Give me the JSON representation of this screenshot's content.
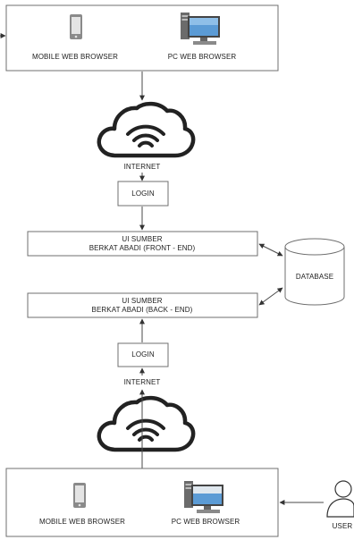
{
  "top_panel": {
    "mobile_label": "MOBILE WEB BROWSER",
    "pc_label": "PC WEB BROWSER"
  },
  "internet_top": {
    "label": "INTERNET"
  },
  "login_top": {
    "label": "LOGIN"
  },
  "frontend": {
    "line1": "UI SUMBER",
    "line2": "BERKAT ABADI (FRONT - END)"
  },
  "database": {
    "label": "DATABASE"
  },
  "backend": {
    "line1": "UI SUMBER",
    "line2": "BERKAT ABADI (BACK - END)"
  },
  "login_bottom": {
    "label": "LOGIN"
  },
  "internet_bottom": {
    "label": "INTERNET"
  },
  "bottom_panel": {
    "mobile_label": "MOBILE WEB BROWSER",
    "pc_label": "PC WEB BROWSER"
  },
  "user": {
    "label": "USER"
  },
  "colors": {
    "line": "#4a4a4a",
    "box_stroke": "#6f6f6f",
    "icon_dark": "#555555",
    "screen_blue": "#5b9bd5",
    "screen_light": "#dfe7ee"
  },
  "icons": {
    "mobile": "mobile-phone-icon",
    "pc": "desktop-pc-icon",
    "cloud": "cloud-wifi-icon",
    "database": "database-cylinder-icon",
    "user": "user-person-icon"
  }
}
